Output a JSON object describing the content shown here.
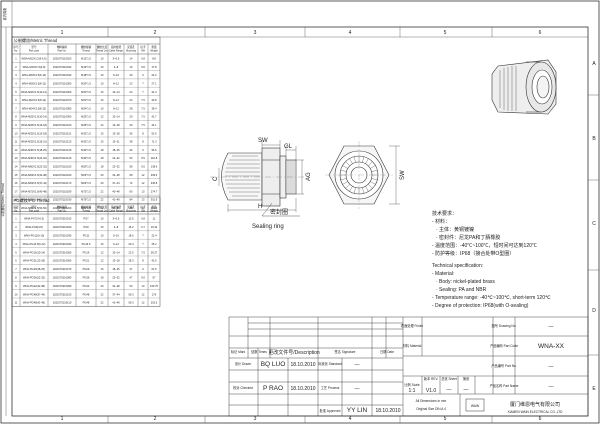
{
  "frame": {
    "columns": [
      "1",
      "2",
      "3",
      "4",
      "5",
      "6"
    ],
    "rows": [
      "A",
      "B",
      "C",
      "D",
      "E"
    ],
    "corner_label": "准内简象"
  },
  "metric_table": {
    "title": "公制螺纹/Metric Thread",
    "headers": [
      "序号 No.",
      "型号 Part code",
      "物料编码 Part No.",
      "螺纹规格 Thread",
      "螺纹长度 Thread Len.",
      "适用线径 Cable Range",
      "安装孔 Mounting",
      "扔手 SW",
      "重量 Weight"
    ],
    "rows": [
      [
        "1",
        "WNA-M12X1.5(3-6.5)",
        "1021070110020",
        "M12*1.5",
        "10",
        "3~6.5",
        "14",
        "0.8",
        "8.8"
      ],
      [
        "2",
        "WNA-M16X1.5(4-8)",
        "1021070110030",
        "M16*1.5",
        "10",
        "4~8",
        "19",
        "5.8",
        "17.8"
      ],
      [
        "3",
        "WNA-M18X1.5(6-10)",
        "1021070110040",
        "M18*1.5",
        "10",
        "6~10",
        "20",
        "6",
        "24.2"
      ],
      [
        "4",
        "WNA-M20X1.5(8-12)",
        "1021070110050",
        "M20*1.5",
        "10",
        "8~12",
        "22",
        "7",
        "27.1"
      ],
      [
        "5",
        "WNA-M20X1.5(10-14)",
        "1021070110060",
        "M20*1.5",
        "10",
        "10~14",
        "24",
        "7",
        "31.3"
      ],
      [
        "6",
        "WNA-M22X1.5(8-12)",
        "1021070110070",
        "M22*1.5",
        "10",
        "8~12",
        "24",
        "7.5",
        "33.8"
      ],
      [
        "7",
        "WNA-M24X1.5(8-12)",
        "1021070110080",
        "M24*1.5",
        "10",
        "8~12",
        "28",
        "7.5",
        "38.4"
      ],
      [
        "8",
        "WNA-M25X1.5(10-14)",
        "1021070110090",
        "M25*1.5",
        "12",
        "10~14",
        "29",
        "7.5",
        "42.7"
      ],
      [
        "9",
        "WNA-M25X1.5(13-18)",
        "1021070110100",
        "M25*1.5",
        "12",
        "13~18",
        "30",
        "7.5",
        "44.1"
      ],
      [
        "10",
        "WNA-M32X1.5(13-18)",
        "1021070110110",
        "M32*1.5",
        "15",
        "13~18",
        "36",
        "8",
        "52.6"
      ],
      [
        "11",
        "WNA-M32X1.5(15-21)",
        "1021070110120",
        "M32*1.5",
        "15",
        "15~21",
        "38",
        "8",
        "71.3"
      ],
      [
        "12",
        "WNA-M40X1.5(18-25)",
        "1021070110130",
        "M40*1.5",
        "18",
        "18~25",
        "46",
        "9",
        "95.6"
      ],
      [
        "13",
        "WNA-M40X1.5(22-32)",
        "1021070110140",
        "M40*1.5",
        "18",
        "22~32",
        "52",
        "9.5",
        "116.8"
      ],
      [
        "14",
        "WNA-M50X1.5(22-32)",
        "1021070110150",
        "M50*1.5",
        "18",
        "22~32",
        "58",
        "9.5",
        "138.6"
      ],
      [
        "15",
        "WNA-M63X1.5(32-38)",
        "1021070110160",
        "M63*1.5",
        "20",
        "32~38",
        "68",
        "12",
        "209.5"
      ],
      [
        "16",
        "WNA-M63X1.5(37-44)",
        "1021070110170",
        "M63*1.5",
        "20",
        "37~44",
        "72",
        "12",
        "236.8"
      ],
      [
        "17",
        "WNA-M72X1.5(40-48)",
        "1021070110180",
        "M72*1.5",
        "22",
        "40~48",
        "80",
        "13",
        "274.7"
      ],
      [
        "18",
        "WNA-M75X1.5(41-49)",
        "1021070110190",
        "M75*1.5",
        "22",
        "41~49",
        "84",
        "13",
        "301.9"
      ],
      [
        "19",
        "WNA-M80X1.5(50-56)",
        "1021070110200",
        "M80*1.5",
        "22",
        "50~56",
        "88",
        "13",
        "322.6"
      ]
    ]
  },
  "pg_table": {
    "title": "PG螺纹/PG Thread",
    "headers": [
      "序号 No.",
      "型号 Part code",
      "物料编码 Part No.",
      "螺纹规格 Thread",
      "螺纹长度 Thread Len.",
      "适用线径 Cable Range",
      "安装孔 Mounting",
      "扔手 SW",
      "重量 Weight"
    ],
    "rows": [
      [
        "1",
        "WNA-PG7(3-6.5)",
        "1021070210010",
        "PG7",
        "10",
        "3~6.5",
        "12.5",
        "0.8",
        "11"
      ],
      [
        "2",
        "WNA-PG9(4-8)",
        "1021070210020",
        "PG9",
        "10",
        "4~8",
        "15.2",
        "6.7",
        "15.42"
      ],
      [
        "3",
        "WNA-PG11(5-10)",
        "1021070210030",
        "PG11",
        "10",
        "5~10",
        "18.6",
        "7",
        "22.4"
      ],
      [
        "4",
        "WNA-PG13.5(6-12)",
        "1021070210040",
        "PG13.5",
        "10",
        "6~12",
        "20.4",
        "7",
        "25.2"
      ],
      [
        "5",
        "WNA-PG16(10-14)",
        "1021070210050",
        "PG16",
        "12",
        "10~14",
        "22.5",
        "7.5",
        "28.27"
      ],
      [
        "6",
        "WNA-PG21(13-18)",
        "1021070210060",
        "PG21",
        "12",
        "13~18",
        "28.3",
        "8",
        "42.5"
      ],
      [
        "7",
        "WNA-PG29(18-25)",
        "1021070210070",
        "PG29",
        "15",
        "18~25",
        "37",
        "9",
        "61.5"
      ],
      [
        "8",
        "WNA-PG36(22-32)",
        "1021070210080",
        "PG36",
        "18",
        "22~32",
        "47",
        "9.5",
        "97"
      ],
      [
        "9",
        "WNA-PG42(32-38)",
        "1021070210090",
        "PG42",
        "20",
        "32~38",
        "54",
        "10",
        "150.75"
      ],
      [
        "10",
        "WNA-PG48(37-44)",
        "1021070210100",
        "PG48",
        "22",
        "37~44",
        "59.3",
        "12",
        "176"
      ],
      [
        "11",
        "WNA-PG48(41-49)",
        "1021070210110",
        "PG48",
        "22",
        "41~49",
        "59.3",
        "12",
        "202.5"
      ]
    ]
  },
  "drawing": {
    "dim_sw": "SW",
    "dim_gl": "GL",
    "dim_c": "C",
    "dim_ag": "AG",
    "dim_h": "H",
    "dim_sw_right": "SW",
    "seal_label_cn": "密封圈",
    "seal_label_en": "Sealing ring"
  },
  "notes": {
    "cn_title": "技术要求：",
    "cn_lines": [
      "- 材料：",
      "  · 主体：黄铜镀镍",
      "  · 密封件：尼龙PA和丁腈橡胶",
      "- 温度范围：-40℃~100℃，短时间可达到120℃",
      "- 防护等级：IP68（接合处带O型圈）"
    ],
    "en_title": "Technical specification:",
    "en_lines": [
      "- Material:",
      "  · Body: nickel-plated brass",
      "  · Sealing: PA and NBR",
      "- Temperature range: -40℃~100℃, short-term 120℃",
      "- Degree of protection: IP68(with O-sealing)"
    ]
  },
  "title_block": {
    "finish_label": "表面处理 Finish",
    "finish_value": "",
    "material_label": "材料 Material",
    "material_value": "",
    "drawing_no_label": "图号 Drawing No.",
    "drawing_no_value": "—",
    "part_code_label": "产品编码 Part Code",
    "part_code_value": "WNA-XX",
    "part_no_label": "产品编号 Part No.",
    "part_no_value": "—",
    "part_name_label": "产品名称 Part Name",
    "part_name_value": "—",
    "rev_header": [
      "标记 Mark",
      "处数 Times",
      "更改文件号/Description",
      "签名 Signature",
      "日期 Date"
    ],
    "drawn_label": "设计 Drawn",
    "drawn_name": "BQ LUO",
    "drawn_date": "18.10.2010",
    "std_label": "标准化 Standard",
    "std_value": "—",
    "checked_label": "校对 Checked",
    "checked_name": "P RAO",
    "checked_date": "18.10.2010",
    "process_label": "工艺 Process",
    "process_value": "—",
    "approved_label": "批准 Approved",
    "approved_name": "YY LIN",
    "approved_date": "18.10.2010",
    "scale_label": "比例 Scale",
    "scale_value": "1:1",
    "rev_label": "版本 REV.",
    "rev_value": "V1.0",
    "sheet_label": "总张 Sheet",
    "sheet_value": "—",
    "sheets_label": "第张",
    "sheets_value": "—",
    "dims_note": "All Dimensions in mm",
    "orig_note": "Original Size DIN A 4",
    "company_cn": "厦门维恩电气有限公司",
    "company_en": "XIAMEN WAIN ELECTRICAL CO.,LTD",
    "logo_text": "WAIN"
  }
}
